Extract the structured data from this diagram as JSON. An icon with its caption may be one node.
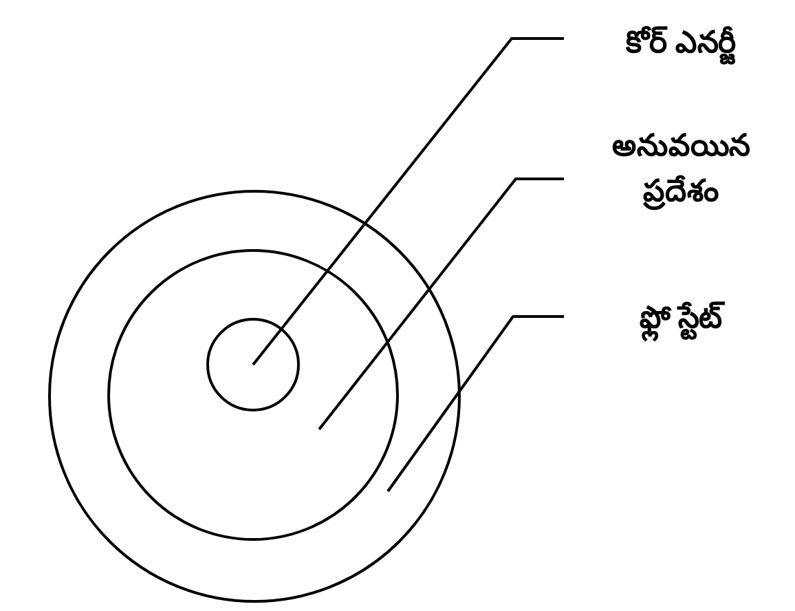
{
  "diagram": {
    "nodes": [
      {
        "text": [],
        "shape": "circle"
      },
      {
        "text": [],
        "shape": "circle",
        "in": 0
      },
      {
        "text": [],
        "shape": "circle",
        "in": 1
      },
      {
        "text": [
          "కోర్ ఎనర్జీ"
        ]
      },
      {
        "text": [
          "అనువయిన ప్రదేశం"
        ]
      },
      {
        "text": [
          "ఫ్లో స్టేట్"
        ]
      }
    ],
    "edges": [
      {
        "from": 3,
        "to": 2,
        "arrow": "none"
      },
      {
        "from": 4,
        "to": 1,
        "arrow": "none"
      },
      {
        "from": 5,
        "to": 0,
        "arrow": "none"
      }
    ]
  }
}
